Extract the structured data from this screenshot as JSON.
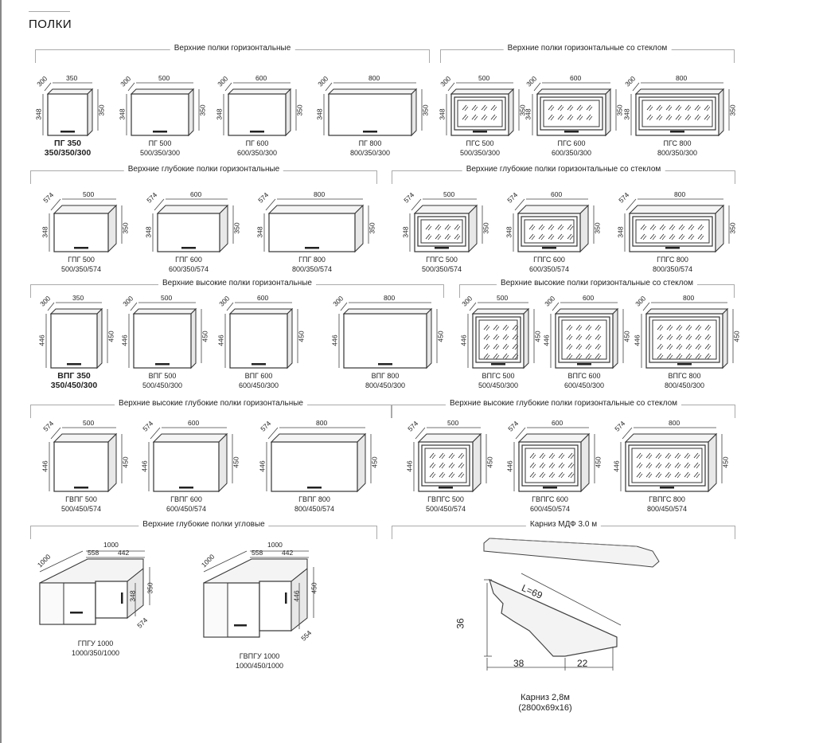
{
  "title": "ПОЛКИ",
  "sections": [
    {
      "label": "Верхние полки горизонтальные"
    },
    {
      "label": "Верхние полки горизонтальные со стеклом"
    },
    {
      "label": "Верхние глубокие полки горизонтальные"
    },
    {
      "label": "Верхние глубокие полки горизонтальные со стеклом"
    },
    {
      "label": "Верхние высокие полки горизонтальные"
    },
    {
      "label": "Верхние высокие полки горизонтальные со стеклом"
    },
    {
      "label": "Верхние высокие глубокие полки горизонтальные"
    },
    {
      "label": "Верхние высокие глубокие полки горизонтальные со стеклом"
    },
    {
      "label": "Верхние глубокие полки угловые"
    },
    {
      "label": "Карниз МДФ 3.0 м"
    }
  ],
  "cabinets": [
    {
      "name": "ПГ 350",
      "size": "350/350/300",
      "dims": {
        "depth": "300",
        "width": "350",
        "height": "348",
        "height_right": "350"
      }
    },
    {
      "name": "ПГ 500",
      "size": "500/350/300",
      "dims": {
        "depth": "300",
        "width": "500",
        "height": "348",
        "height_right": "350"
      }
    },
    {
      "name": "ПГ 600",
      "size": "600/350/300",
      "dims": {
        "depth": "300",
        "width": "600",
        "height": "348",
        "height_right": "350"
      }
    },
    {
      "name": "ПГ 800",
      "size": "800/350/300",
      "dims": {
        "depth": "300",
        "width": "800",
        "height": "348",
        "height_right": "350"
      }
    },
    {
      "name": "ПГС 500",
      "size": "500/350/300",
      "dims": {
        "depth": "300",
        "width": "500",
        "height": "348",
        "height_right": "350"
      }
    },
    {
      "name": "ПГС 600",
      "size": "600/350/300",
      "dims": {
        "depth": "300",
        "width": "600",
        "height": "348",
        "height_right": "350"
      }
    },
    {
      "name": "ПГС 800",
      "size": "800/350/300",
      "dims": {
        "depth": "300",
        "width": "800",
        "height": "348",
        "height_right": "350"
      }
    },
    {
      "name": "ГПГ 500",
      "size": "500/350/574",
      "dims": {
        "depth": "574",
        "width": "500",
        "height": "348",
        "height_right": "350"
      }
    },
    {
      "name": "ГПГ 600",
      "size": "600/350/574",
      "dims": {
        "depth": "574",
        "width": "600",
        "height": "348",
        "height_right": "350"
      }
    },
    {
      "name": "ГПГ 800",
      "size": "800/350/574",
      "dims": {
        "depth": "574",
        "width": "800",
        "height": "348",
        "height_right": "350"
      }
    },
    {
      "name": "ГПГС 500",
      "size": "500/350/574",
      "dims": {
        "depth": "574",
        "width": "500",
        "height": "348",
        "height_right": "350"
      }
    },
    {
      "name": "ГПГС 600",
      "size": "600/350/574",
      "dims": {
        "depth": "574",
        "width": "600",
        "height": "348",
        "height_right": "350"
      }
    },
    {
      "name": "ГПГС 800",
      "size": "800/350/574",
      "dims": {
        "depth": "574",
        "width": "800",
        "height": "348",
        "height_right": "350"
      }
    },
    {
      "name": "ВПГ 350",
      "size": "350/450/300",
      "dims": {
        "depth": "300",
        "width": "350",
        "height": "446",
        "height_right": "450"
      }
    },
    {
      "name": "ВПГ 500",
      "size": "500/450/300",
      "dims": {
        "depth": "300",
        "width": "500",
        "height": "446",
        "height_right": "450"
      }
    },
    {
      "name": "ВПГ 600",
      "size": "600/450/300",
      "dims": {
        "depth": "300",
        "width": "600",
        "height": "446",
        "height_right": "450"
      }
    },
    {
      "name": "ВПГ 800",
      "size": "800/450/300",
      "dims": {
        "depth": "300",
        "width": "800",
        "height": "446",
        "height_right": "450"
      }
    },
    {
      "name": "ВПГС 500",
      "size": "500/450/300",
      "dims": {
        "depth": "300",
        "width": "500",
        "height": "446",
        "height_right": "450"
      }
    },
    {
      "name": "ВПГС 600",
      "size": "600/450/300",
      "dims": {
        "depth": "300",
        "width": "600",
        "height": "446",
        "height_right": "450"
      }
    },
    {
      "name": "ВПГС 800",
      "size": "800/450/300",
      "dims": {
        "depth": "300",
        "width": "800",
        "height": "446",
        "height_right": "450"
      }
    },
    {
      "name": "ГВПГ 500",
      "size": "500/450/574",
      "dims": {
        "depth": "574",
        "width": "500",
        "height": "446",
        "height_right": "450"
      }
    },
    {
      "name": "ГВПГ 600",
      "size": "600/450/574",
      "dims": {
        "depth": "574",
        "width": "600",
        "height": "446",
        "height_right": "450"
      }
    },
    {
      "name": "ГВПГ 800",
      "size": "800/450/574",
      "dims": {
        "depth": "574",
        "width": "800",
        "height": "446",
        "height_right": "450"
      }
    },
    {
      "name": "ГВПГС 500",
      "size": "500/450/574",
      "dims": {
        "depth": "574",
        "width": "500",
        "height": "446",
        "height_right": "450"
      }
    },
    {
      "name": "ГВПГС 600",
      "size": "600/450/574",
      "dims": {
        "depth": "574",
        "width": "600",
        "height": "446",
        "height_right": "450"
      }
    },
    {
      "name": "ГВПГС 800",
      "size": "800/450/574",
      "dims": {
        "depth": "574",
        "width": "800",
        "height": "446",
        "height_right": "450"
      }
    }
  ],
  "corner_cabinets": [
    {
      "name": "ГПГУ 1000",
      "size": "1000/350/1000",
      "dims": {
        "left": "1000",
        "top": "1000",
        "a": "558",
        "b": "442",
        "h": "348",
        "h2": "350",
        "d": "574"
      }
    },
    {
      "name": "ГВПГУ 1000",
      "size": "1000/450/1000",
      "dims": {
        "left": "1000",
        "top": "1000",
        "a": "558",
        "b": "442",
        "h": "446",
        "h2": "450",
        "d": "554"
      }
    }
  ],
  "cornice": {
    "length_label": "L=69",
    "height": "36",
    "left_width": "38",
    "right_width": "22",
    "caption": "Карниз 2,8м",
    "caption_size": "(2800х69х16)"
  }
}
